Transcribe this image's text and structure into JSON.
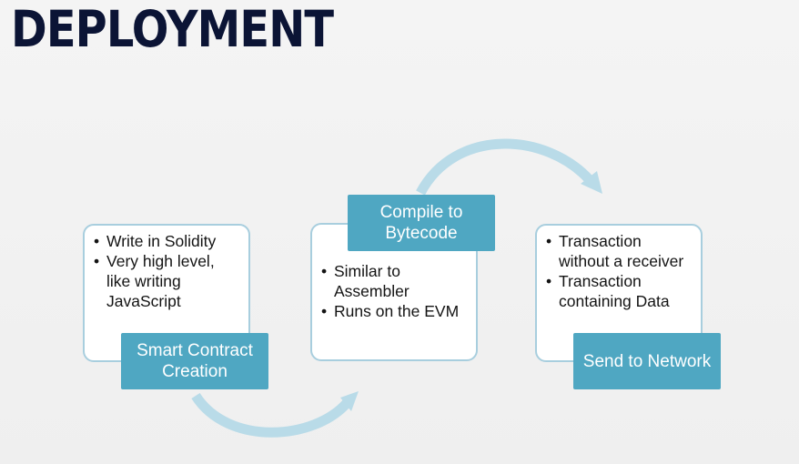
{
  "slide": {
    "title": "DEPLOYMENT"
  },
  "steps": [
    {
      "label": "Smart Contract Creation",
      "bullets": [
        "Write in Solidity",
        "Very high level, like writing JavaScript"
      ]
    },
    {
      "label": "Compile to Bytecode",
      "bullets": [
        "Similar to Assembler",
        "Runs on the EVM"
      ]
    },
    {
      "label": "Send to Network",
      "bullets": [
        "Transaction without a receiver",
        "Transaction containing Data"
      ]
    }
  ],
  "colors": {
    "title": "#0b1435",
    "label_fill": "#4fa7c2",
    "box_border": "#a8cede",
    "arrow": "#b9dbe8"
  }
}
